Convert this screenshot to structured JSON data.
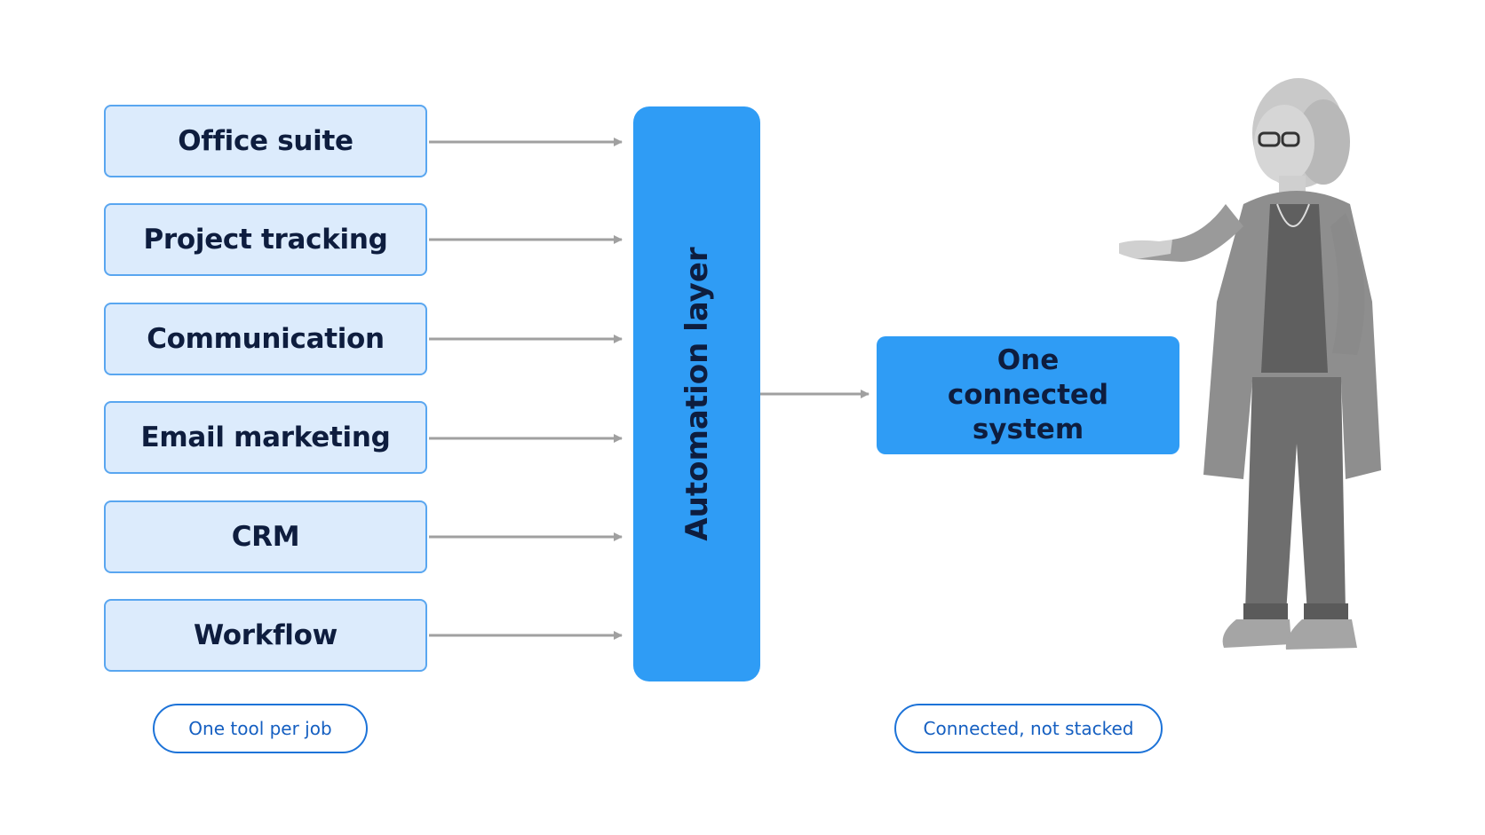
{
  "diagram": {
    "tools": [
      {
        "label": "Office suite"
      },
      {
        "label": "Project tracking"
      },
      {
        "label": "Communication"
      },
      {
        "label": "Email marketing"
      },
      {
        "label": "CRM"
      },
      {
        "label": "Workflow"
      }
    ],
    "automation_layer": {
      "label": "Automation layer"
    },
    "result": {
      "label": "One connected system"
    },
    "captions": {
      "left": "One tool per job",
      "right": "Connected, not stacked"
    }
  },
  "colors": {
    "tool_fill": "#dcebfc",
    "tool_border": "#59a6f0",
    "accent_blue": "#2f9cf5",
    "text_navy": "#0e1d3e",
    "caption_blue": "#155fc1",
    "arrow_gray": "#9e9e9e"
  },
  "illustration": {
    "subject": "presenter-person-icon"
  }
}
